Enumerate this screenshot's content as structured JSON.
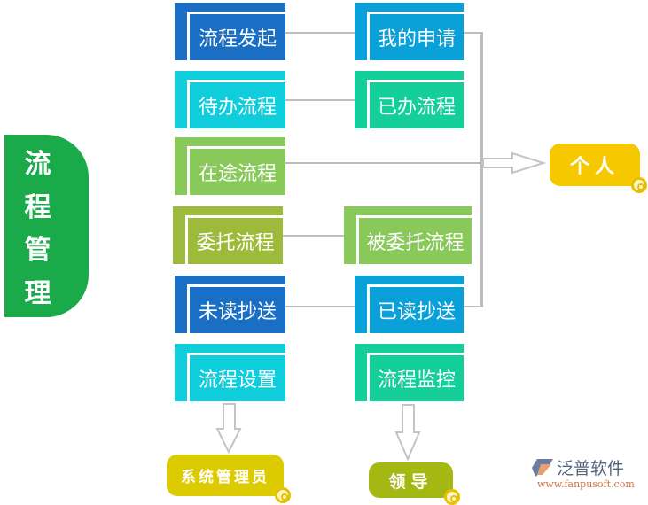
{
  "title": {
    "chars": [
      "流",
      "程",
      "管",
      "理"
    ]
  },
  "boxes": {
    "start": "流程发起",
    "my_requests": "我的申请",
    "todo": "待办流程",
    "done": "已办流程",
    "in_progress": "在途流程",
    "delegate": "委托流程",
    "delegated": "被委托流程",
    "unread_cc": "未读抄送",
    "read_cc": "已读抄送",
    "settings": "流程设置",
    "monitor": "流程监控"
  },
  "roles": {
    "personal": "个人",
    "admin": "系统管理员",
    "leader": "领导"
  },
  "logo": {
    "name": "泛普软件",
    "url": "www.fanpusoft.com"
  },
  "colors": {
    "blue": "#1a6fc4",
    "sky": "#0aa0d8",
    "cyan": "#10cddb",
    "teal": "#15cf9a",
    "green": "#88c95a",
    "olive": "#9dbb3b",
    "tab": "#1aaa4a",
    "yellow": "#f5c800"
  }
}
